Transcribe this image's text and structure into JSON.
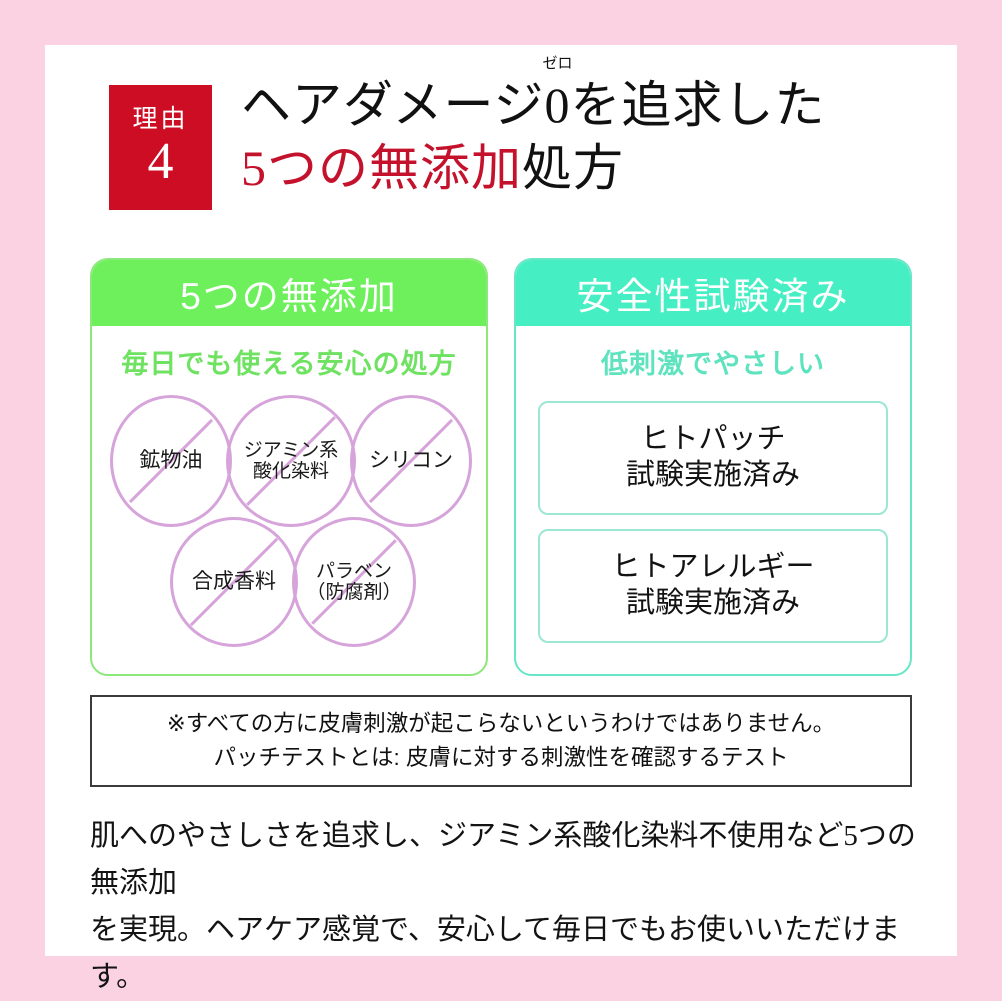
{
  "badge": {
    "label": "理由",
    "number": "4"
  },
  "headline": {
    "line1_before": "ヘアダメージ",
    "line1_zero": "0",
    "line1_ruby": "ゼロ",
    "line1_after": "を追求した",
    "line2_red": "5つの無添加",
    "line2_black": "処方"
  },
  "panels": {
    "left": {
      "header": "5つの無添加",
      "subtitle": "毎日でも使える安心の処方",
      "circles": [
        {
          "line1": "鉱物油",
          "line2": ""
        },
        {
          "line1": "ジアミン系",
          "line2": "酸化染料"
        },
        {
          "line1": "シリコン",
          "line2": ""
        },
        {
          "line1": "合成香料",
          "line2": ""
        },
        {
          "line1": "パラベン",
          "line2": "（防腐剤）"
        }
      ]
    },
    "right": {
      "header": "安全性試験済み",
      "subtitle": "低刺激でやさしい",
      "cards": [
        {
          "line1": "ヒトパッチ",
          "line2": "試験実施済み"
        },
        {
          "line1": "ヒトアレルギー",
          "line2": "試験実施済み"
        }
      ]
    }
  },
  "disclaimer": {
    "line1": "※すべての方に皮膚刺激が起こらないというわけではありません。",
    "line2": "パッチテストとは: 皮膚に対する刺激性を確認するテスト"
  },
  "bottom_text": {
    "line1": "肌へのやさしさを追求し、ジアミン系酸化染料不使用など5つの無添加",
    "line2": "を実現。ヘアケア感覚で、安心して毎日でもお使いいただけます。"
  },
  "colors": {
    "frame_pink": "#fbd2e2",
    "badge_red": "#cc0d23",
    "headline_red": "#c4122c",
    "green_header": "#6eef5c",
    "green_border": "#8ce87a",
    "green_text": "#6fe262",
    "teal_header": "#45efc3",
    "teal_border": "#67e7c6",
    "teal_text": "#5fe3bf",
    "circle_purple": "#d6a4da",
    "card_border": "#9ce6d4"
  }
}
